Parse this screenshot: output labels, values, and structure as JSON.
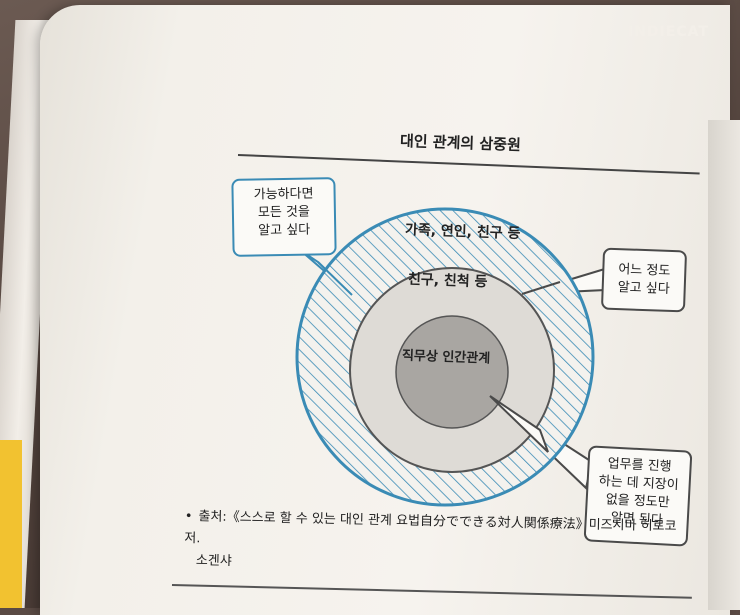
{
  "watermark": "INDIECAT",
  "title": "대인 관계의 삼중원",
  "rings": {
    "outer": "가족, 연인, 친구 등",
    "middle": "친구, 친척 등",
    "inner": "직무상 인간관계"
  },
  "bubbles": {
    "left": [
      "가능하다면",
      "모든 것을",
      "알고 싶다"
    ],
    "right_top": [
      "어느 정도",
      "알고 싶다"
    ],
    "right_bottom": [
      "업무를 진행",
      "하는 데 지장이",
      "없을 정도만",
      "알면 된다"
    ]
  },
  "source": {
    "bullet": "•",
    "line1": "출처:《스스로 할 수 있는 대인 관계 요법自分でできる対人関係療法》미즈시마 히로코 저.",
    "line2": "소겐샤"
  },
  "colors": {
    "outer_stroke": "#3a8bb5",
    "hatch": "#3a8bb5",
    "middle_fill": "#dedbd6",
    "inner_fill": "#a9a6a2"
  }
}
